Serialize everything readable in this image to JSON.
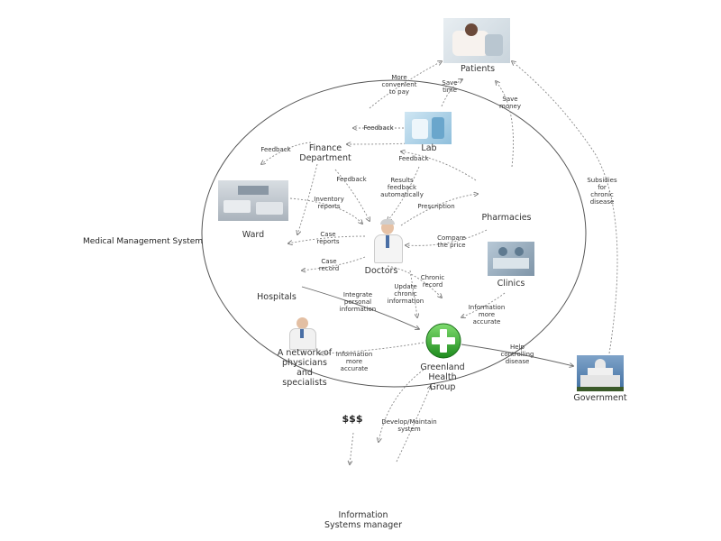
{
  "nodes": {
    "patients": "Patients",
    "finance": "Finance\nDepartment",
    "lab": "Lab",
    "ward": "Ward",
    "pharmacies": "Pharmacies",
    "doctors": "Doctors",
    "clinics": "Clinics",
    "hospitals": "Hospitals",
    "network": "A network of\nphysicians\nand\nspecialists",
    "greenland": "Greenland\nHealth\nGroup",
    "government": "Government",
    "info_manager": "Information\nSystems manager"
  },
  "system_label": "Medical Management System",
  "money_label": "$$$",
  "edges": {
    "more_convenient": "More\nconvenient\nto pay",
    "save_time": "Save\ntime",
    "save_money": "Save\nmoney",
    "feedback_lab": "Feedback",
    "feedback_finance_top": "Feedback",
    "feedback_lab2": "Feedback",
    "feedback_doc": "Feedback",
    "results": "Results\nfeedback\nautomatically",
    "inventory": "Inventory\nreports",
    "prescription": "Prescription",
    "case_reports": "Case\nreports",
    "compare": "Compare\nthe price",
    "case_record": "Case\nrecord",
    "chronic_record": "Chronic\nrecord",
    "integrate": "Integrate\npersonal\ninformation",
    "update_chronic": "Update\nchronic\ninformation",
    "info_clinics": "Information\nmore\naccurate",
    "info_network": "Information\nmore\naccurate",
    "help_control": "Help\ncontrolling\ndisease",
    "subsidies": "Subsidies\nfor\nchronic\ndisease",
    "develop": "Develop/Maintain\nsystem"
  },
  "colors": {
    "cross_green": "#2e9e2e",
    "line": "#666666",
    "arrow_dotted": "#888888"
  }
}
